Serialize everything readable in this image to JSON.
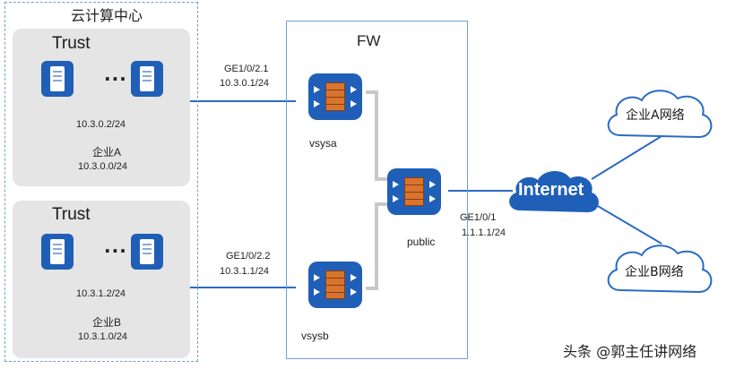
{
  "datacenter": {
    "title": "云计算中心"
  },
  "trust_a": {
    "label": "Trust",
    "server_ip": "10.3.0.2/24",
    "enterprise": "企业A",
    "subnet": "10.3.0.0/24"
  },
  "trust_b": {
    "label": "Trust",
    "server_ip": "10.3.1.2/24",
    "enterprise": "企业B",
    "subnet": "10.3.1.0/24"
  },
  "dots": "···",
  "fw": {
    "title": "FW"
  },
  "vsysa": {
    "label": "vsysa",
    "iface": "GE1/0/2.1",
    "ip": "10.3.0.1/24"
  },
  "vsysb": {
    "label": "vsysb",
    "iface": "GE1/0/2.2",
    "ip": "10.3.1.1/24"
  },
  "public": {
    "label": "public",
    "iface": "GE1/0/1",
    "ip": "1.1.1.1/24"
  },
  "internet": {
    "label": "Internet"
  },
  "clouds": {
    "a": "企业A网络",
    "b": "企业B网络"
  },
  "watermark": "头条 @郭主任讲网络",
  "colors": {
    "device_blue": "#1f5fb8",
    "link_blue": "#2a6cc4",
    "link_gray": "#c8c8c8",
    "firewall_brick": "#d9742e"
  }
}
